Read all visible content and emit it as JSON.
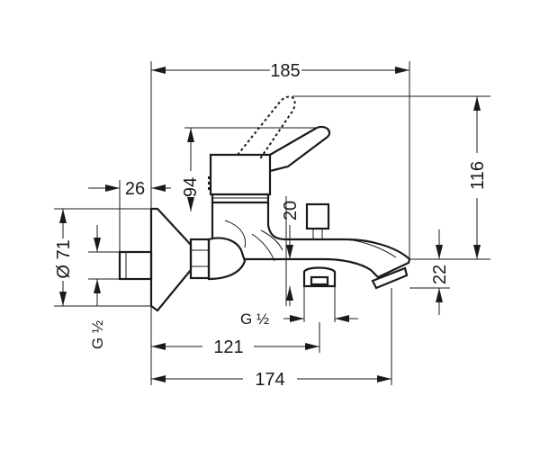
{
  "dimensions": {
    "overall_width": "185",
    "handle_height": "94",
    "max_height": "116",
    "wall_offset": "26",
    "rosette_diameter": "Ø 71",
    "inlet_thread": "G ½",
    "outlet_thread": "G ½",
    "outlet_height": "20",
    "spout_height": "22",
    "diverter_projection": "121",
    "spout_projection": "174"
  }
}
